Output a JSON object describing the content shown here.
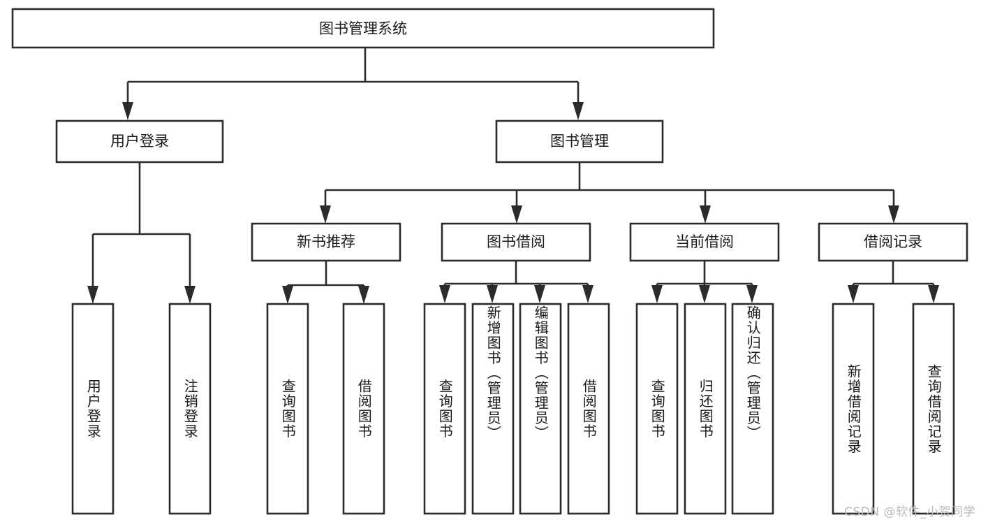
{
  "diagram": {
    "title": "图书管理系统",
    "type": "hierarchy-tree",
    "watermark": "CSDN @软件_小贺同学",
    "colors": {
      "stroke": "#2b2b2b",
      "fill": "#ffffff",
      "text": "#1a1a1a",
      "watermark": "#b9b9b9",
      "background": "#ffffff"
    },
    "root": {
      "label": "图书管理系统"
    },
    "level1": [
      {
        "label": "用户登录"
      },
      {
        "label": "图书管理"
      }
    ],
    "level2": [
      {
        "label": "新书推荐"
      },
      {
        "label": "图书借阅"
      },
      {
        "label": "当前借阅"
      },
      {
        "label": "借阅记录"
      }
    ],
    "leaves": {
      "user_login": [
        {
          "label": "用户登录"
        },
        {
          "label": "注销登录"
        }
      ],
      "new_book_recommend": [
        {
          "label": "查询图书"
        },
        {
          "label": "借阅图书"
        }
      ],
      "book_borrow": [
        {
          "label": "查询图书"
        },
        {
          "label": "新增图书（管理员）"
        },
        {
          "label": "编辑图书（管理员）"
        },
        {
          "label": "借阅图书"
        }
      ],
      "current_borrow": [
        {
          "label": "查询图书"
        },
        {
          "label": "归还图书"
        },
        {
          "label": "确认归还（管理员）"
        }
      ],
      "borrow_records": [
        {
          "label": "新增借阅记录"
        },
        {
          "label": "查询借阅记录"
        }
      ]
    }
  }
}
